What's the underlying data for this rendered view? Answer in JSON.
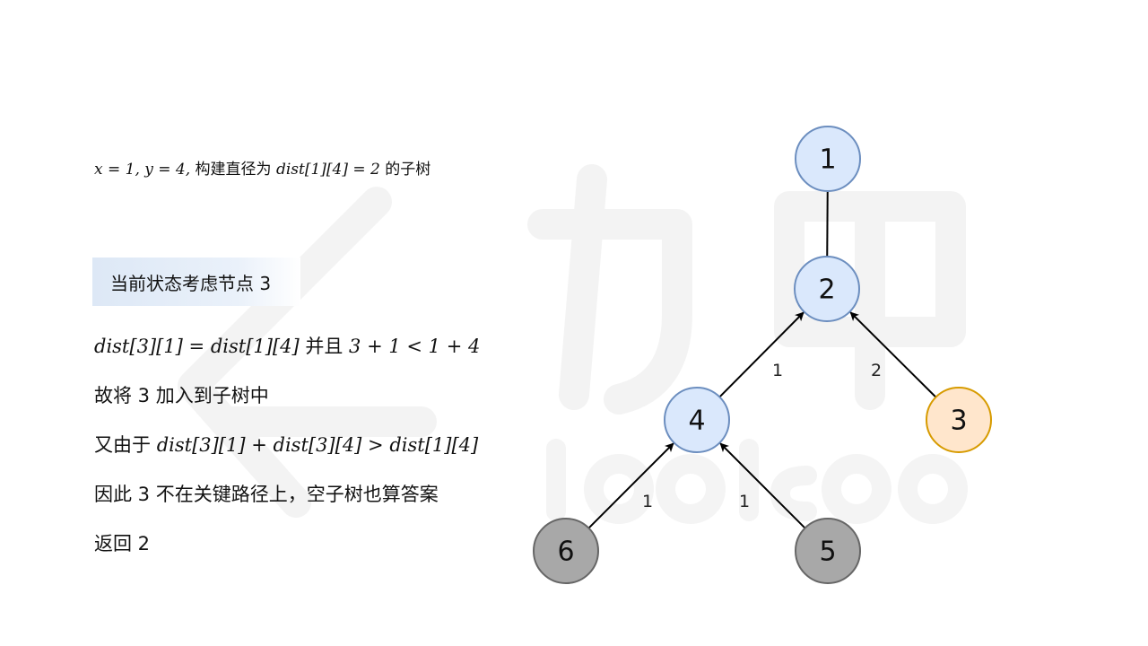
{
  "explanation": {
    "heading": {
      "math_a": "x = 1, y = 4,",
      "text_a": " 构建直径为 ",
      "math_b": "dist[1][4] = 2",
      "text_b": " 的子树"
    },
    "state_label": "当前状态考虑节点 3",
    "line1": {
      "math_a": "dist[3][1] = dist[1][4]",
      "text_a": " 并且 ",
      "math_b": "3 + 1 < 1 + 4"
    },
    "line2": "故将 3 加入到子树中",
    "line3": {
      "text_a": "又由于 ",
      "math_a": "dist[3][1] + dist[3][4] > dist[1][4]"
    },
    "line4": "因此 3 不在关键路径上，空子树也算答案",
    "line5": "返回 2"
  },
  "tree": {
    "nodes": [
      {
        "id": "1",
        "label": "1",
        "state": "normal"
      },
      {
        "id": "2",
        "label": "2",
        "state": "normal"
      },
      {
        "id": "4",
        "label": "4",
        "state": "normal"
      },
      {
        "id": "3",
        "label": "3",
        "state": "current"
      },
      {
        "id": "6",
        "label": "6",
        "state": "excluded"
      },
      {
        "id": "5",
        "label": "5",
        "state": "excluded"
      }
    ],
    "edges": [
      {
        "from": "2",
        "to": "1",
        "label": "",
        "arrow": false
      },
      {
        "from": "4",
        "to": "2",
        "label": "1",
        "arrow": true
      },
      {
        "from": "3",
        "to": "2",
        "label": "2",
        "arrow": true
      },
      {
        "from": "6",
        "to": "4",
        "label": "1",
        "arrow": true
      },
      {
        "from": "5",
        "to": "4",
        "label": "1",
        "arrow": true
      }
    ],
    "colors": {
      "normal_fill": "#dae8fc",
      "normal_stroke": "#6c8ebf",
      "current_fill": "#ffe6cc",
      "current_stroke": "#d79b00",
      "excluded_fill": "#a8a8a8",
      "excluded_stroke": "#666666",
      "edge": "#000000"
    }
  }
}
